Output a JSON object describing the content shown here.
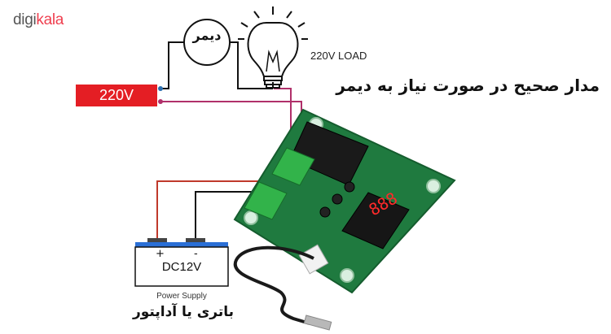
{
  "brand": {
    "prefix": "digi",
    "accent": "kala"
  },
  "labels": {
    "dimmer": "دیمر",
    "load": "220V LOAD",
    "supply_ac": "220V",
    "title": "مدار صحیح در صورت نیاز به دیمر",
    "battery_plus": "+",
    "battery_minus": "-",
    "battery_voltage": "DC12V",
    "power_supply": "Power Supply",
    "battery_fa": "باتری یا آداپتور"
  },
  "colors": {
    "ac_box": "#e41e24",
    "wire_red": "#c0392b",
    "wire_magenta": "#b0306a",
    "wire_blue": "#2a6fb0",
    "pcb": "#1f7a3f",
    "terminal": "#32b34a",
    "relay": "#1a1a1a",
    "display_seg": "#ff2a2a",
    "battery_bar": "#2a6fd6"
  },
  "icons": [
    "bulb-icon",
    "dimmer-icon",
    "battery-icon",
    "thermostat-board",
    "temperature-probe"
  ]
}
